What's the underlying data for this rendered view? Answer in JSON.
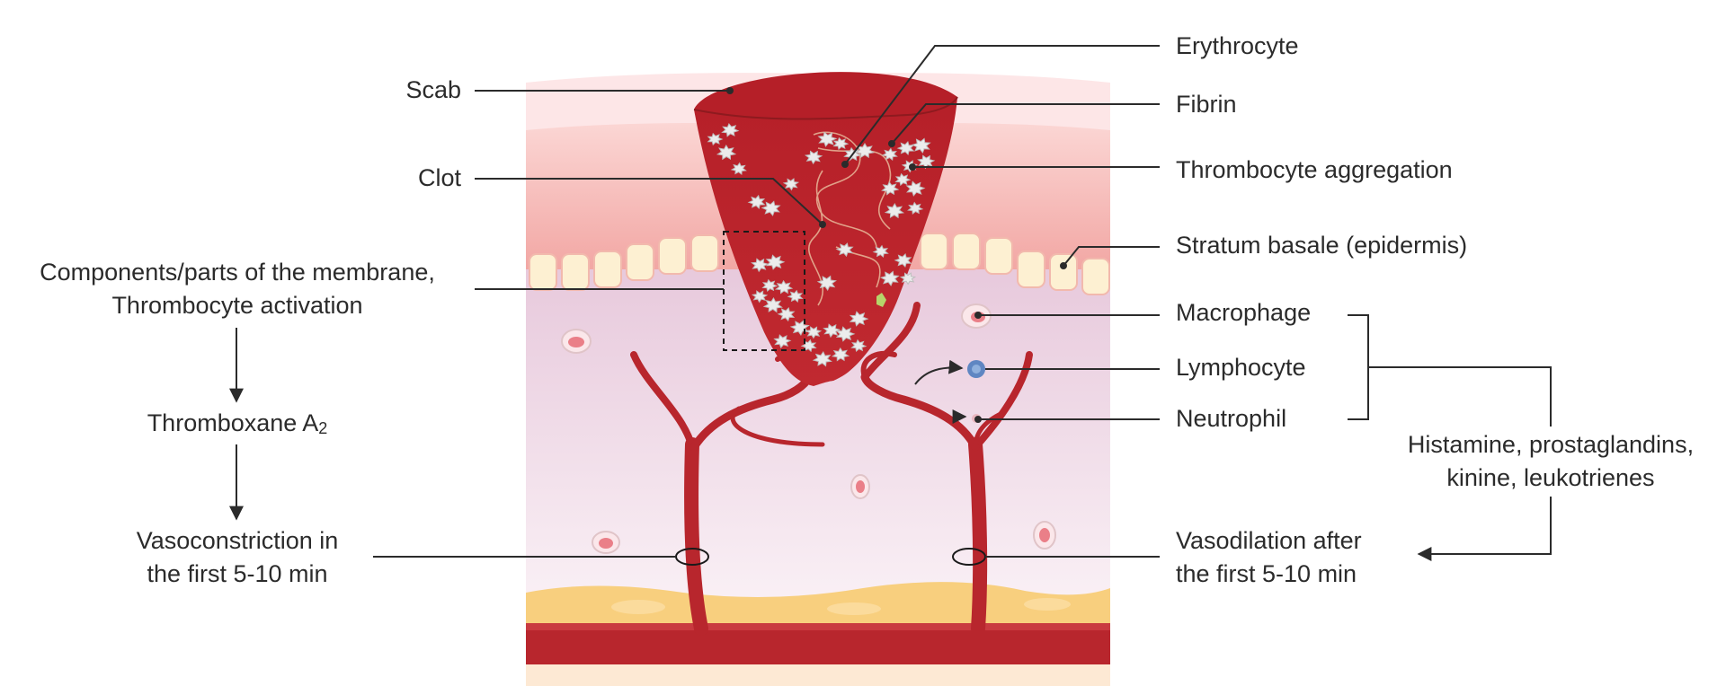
{
  "labels": {
    "scab": "Scab",
    "clot": "Clot",
    "membrane_line1": "Components/parts of the membrane,",
    "membrane_line2": "Thrombocyte activation",
    "thromboxane": "Thromboxane A",
    "thromboxane_sub": "2",
    "vasoconstriction_line1": "Vasoconstriction in",
    "vasoconstriction_line2": "the first 5-10 min",
    "erythrocyte": "Erythrocyte",
    "fibrin": "Fibrin",
    "thrombocyte_aggregation": "Thrombocyte aggregation",
    "stratum_basale": "Stratum basale (epidermis)",
    "macrophage": "Macrophage",
    "lymphocyte": "Lymphocyte",
    "neutrophil": "Neutrophil",
    "mediators_line1": "Histamine, prostaglandins,",
    "mediators_line2": "kinine, leukotrienes",
    "vasodilation_line1": "Vasodilation after",
    "vasodilation_line2": "the first 5-10 min"
  },
  "colors": {
    "blood": "#b8262d",
    "blood_dark": "#8e1a1f",
    "dermis": "#f3dde9",
    "epidermis": "#f5b7b4",
    "basale_cell": "#fdf0d2",
    "fat": "#f8cf7e",
    "platelet": "#e9e9e9",
    "lymphocyte": "#5f86c2",
    "line": "#2b2b2b"
  }
}
